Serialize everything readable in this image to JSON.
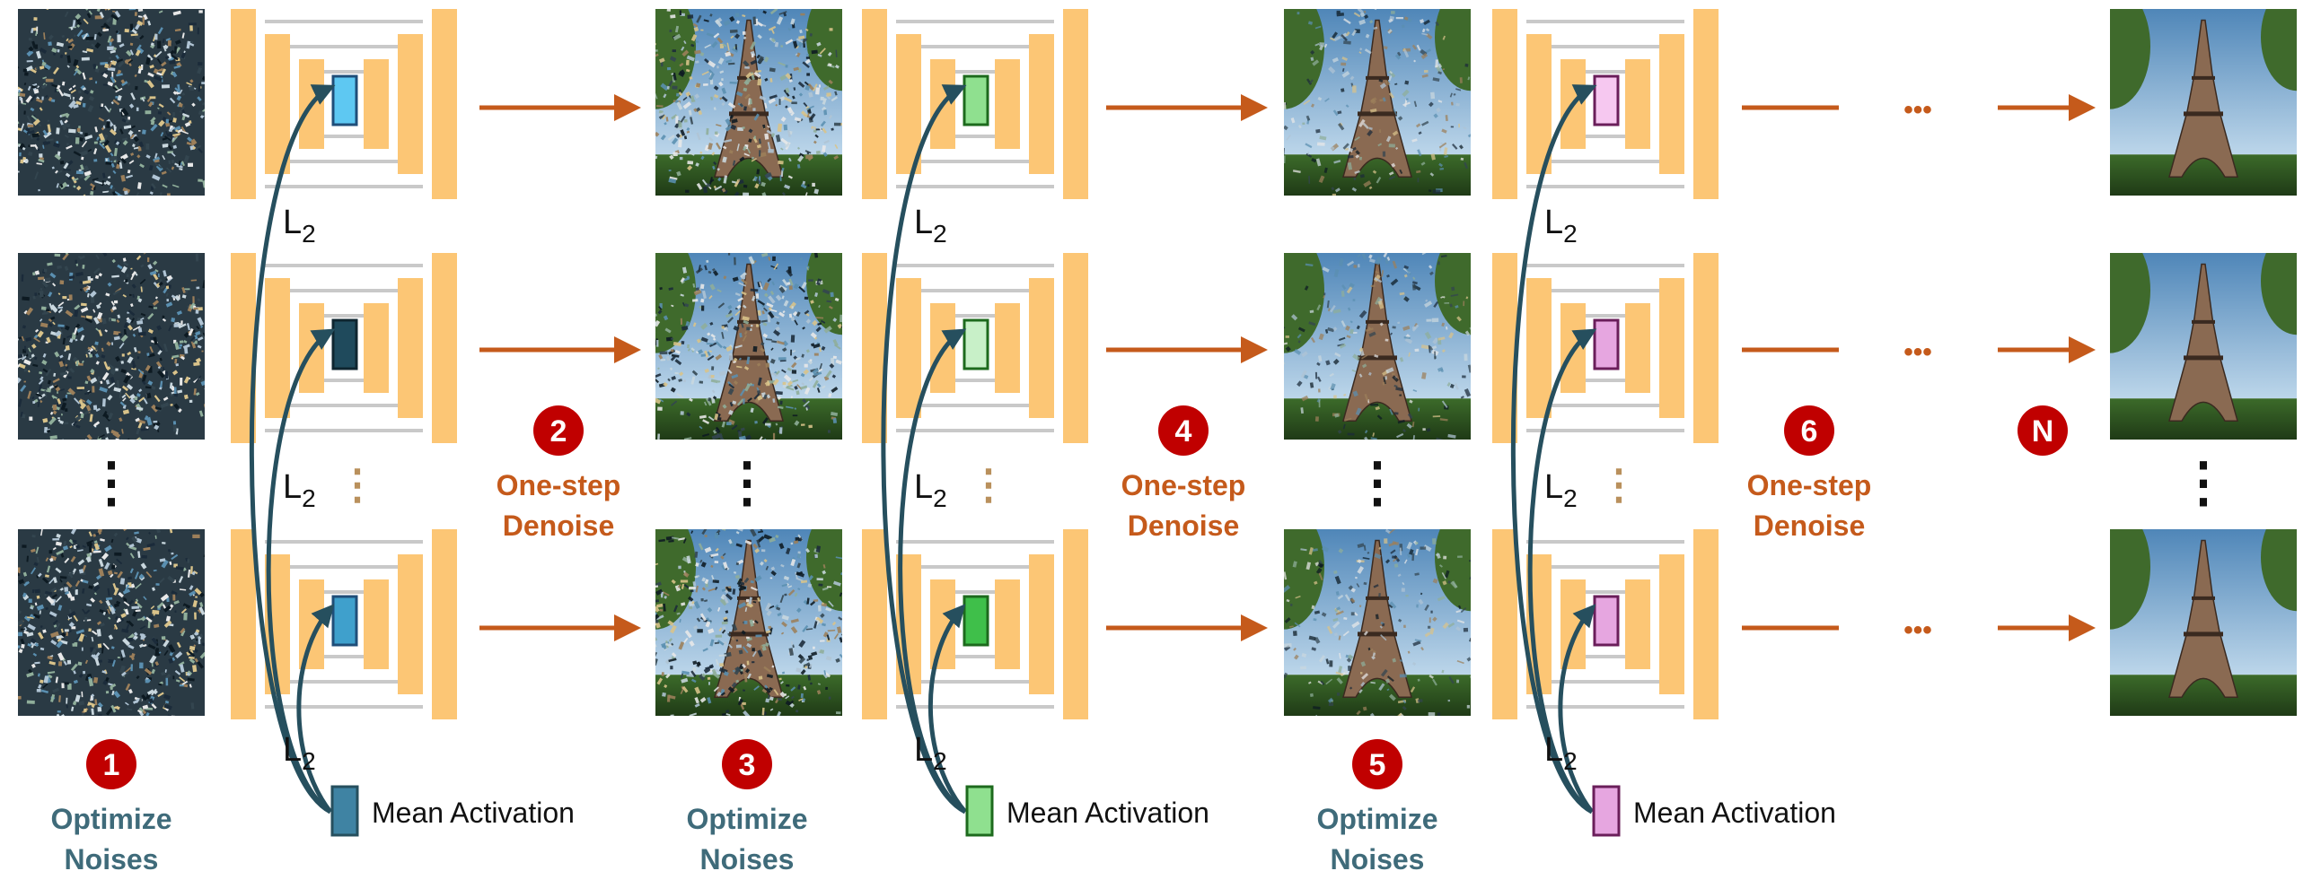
{
  "colors": {
    "unet": "#fcc675",
    "unet_line": "#c9c9c9",
    "arrow": "#c55a1b",
    "curve": "#264f5e",
    "badge": "#c00000",
    "teal_text": "#3f6b7a",
    "orange_text": "#c55a1b",
    "dots_gold": "#b9905c"
  },
  "loss_label": "L",
  "loss_subscript": "2",
  "mean_activation_label": "Mean Activation",
  "steps": [
    {
      "number": "1",
      "line1": "Optimize",
      "line2": "Noises",
      "kind": "optimize"
    },
    {
      "number": "2",
      "line1": "One-step",
      "line2": "Denoise",
      "kind": "denoise"
    },
    {
      "number": "3",
      "line1": "Optimize",
      "line2": "Noises",
      "kind": "optimize"
    },
    {
      "number": "4",
      "line1": "One-step",
      "line2": "Denoise",
      "kind": "denoise"
    },
    {
      "number": "5",
      "line1": "Optimize",
      "line2": "Noises",
      "kind": "optimize"
    },
    {
      "number": "6",
      "line1": "One-step",
      "line2": "Denoise",
      "kind": "denoise"
    },
    {
      "number": "N",
      "line1": "",
      "line2": "",
      "kind": "final"
    }
  ],
  "images": [
    {
      "stage": "pure-noise",
      "noise": 1.0,
      "row": "top"
    },
    {
      "stage": "pure-noise",
      "noise": 1.0,
      "row": "middle"
    },
    {
      "stage": "pure-noise",
      "noise": 1.0,
      "row": "bottom"
    },
    {
      "stage": "noisy-eiffel-1",
      "noise": 0.75,
      "row": "top"
    },
    {
      "stage": "noisy-eiffel-1",
      "noise": 0.75,
      "row": "middle"
    },
    {
      "stage": "noisy-eiffel-1",
      "noise": 0.75,
      "row": "bottom"
    },
    {
      "stage": "noisy-eiffel-2",
      "noise": 0.4,
      "row": "top"
    },
    {
      "stage": "noisy-eiffel-2",
      "noise": 0.4,
      "row": "middle"
    },
    {
      "stage": "noisy-eiffel-2",
      "noise": 0.4,
      "row": "bottom"
    },
    {
      "stage": "clean-eiffel",
      "noise": 0.0,
      "row": "top"
    },
    {
      "stage": "clean-eiffel",
      "noise": 0.0,
      "row": "middle"
    },
    {
      "stage": "clean-eiffel",
      "noise": 0.0,
      "row": "bottom"
    }
  ],
  "activation_blocks": [
    {
      "group": 1,
      "row": "top",
      "fill": "#5ec8f2",
      "stroke": "#1f4e79"
    },
    {
      "group": 1,
      "row": "middle",
      "fill": "#1f4a5c",
      "stroke": "#0f2630"
    },
    {
      "group": 1,
      "row": "bottom",
      "fill": "#3fa0cc",
      "stroke": "#1f4e79"
    },
    {
      "group": 1,
      "row": "mean",
      "fill": "#3f83a3",
      "stroke": "#264f5e"
    },
    {
      "group": 2,
      "row": "top",
      "fill": "#8fe08f",
      "stroke": "#1d6a1d"
    },
    {
      "group": 2,
      "row": "middle",
      "fill": "#c8f0c8",
      "stroke": "#1d6a1d"
    },
    {
      "group": 2,
      "row": "bottom",
      "fill": "#3fbf4a",
      "stroke": "#1d6a1d"
    },
    {
      "group": 2,
      "row": "mean",
      "fill": "#8fe08f",
      "stroke": "#1d6a1d"
    },
    {
      "group": 3,
      "row": "top",
      "fill": "#f6c8f0",
      "stroke": "#6a1e5a"
    },
    {
      "group": 3,
      "row": "middle",
      "fill": "#e6a6e0",
      "stroke": "#6a1e5a"
    },
    {
      "group": 3,
      "row": "bottom",
      "fill": "#e6a6e0",
      "stroke": "#6a1e5a"
    },
    {
      "group": 3,
      "row": "mean",
      "fill": "#e6a6e0",
      "stroke": "#6a1e5a"
    }
  ],
  "ellipsis_vertical": "⋮",
  "ellipsis_horizontal": "•••"
}
